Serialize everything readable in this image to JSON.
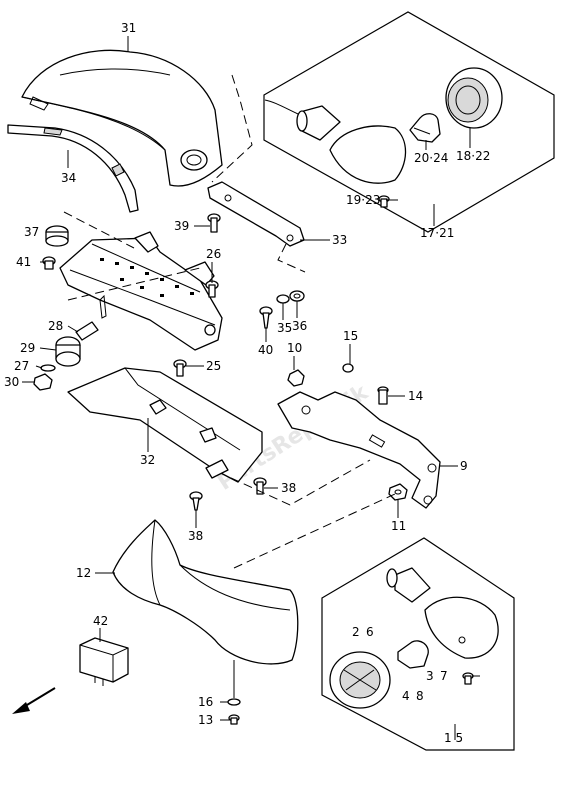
{
  "watermark": "PartsRepublik",
  "callouts": {
    "c31": "31",
    "c34": "34",
    "c37": "37",
    "c41": "41",
    "c39": "39",
    "c33": "33",
    "c26": "26",
    "c28": "28",
    "c29": "29",
    "c27": "27",
    "c30": "30",
    "c25": "25",
    "c40": "40",
    "c35": "35",
    "c36": "36",
    "c10": "10",
    "c15": "15",
    "c14": "14",
    "c9": "9",
    "c11": "11",
    "c32": "32",
    "c38a": "38",
    "c38b": "38",
    "c12": "12",
    "c42": "42",
    "c16": "16",
    "c13": "13",
    "c2": "2",
    "c6": "6",
    "c3": "3",
    "c7": "7",
    "c4": "4",
    "c8": "8",
    "c15b": "1 5",
    "c19_23": "19·23",
    "c17_21": "17·21",
    "c20_24": "20·24",
    "c18_22": "18·22"
  }
}
